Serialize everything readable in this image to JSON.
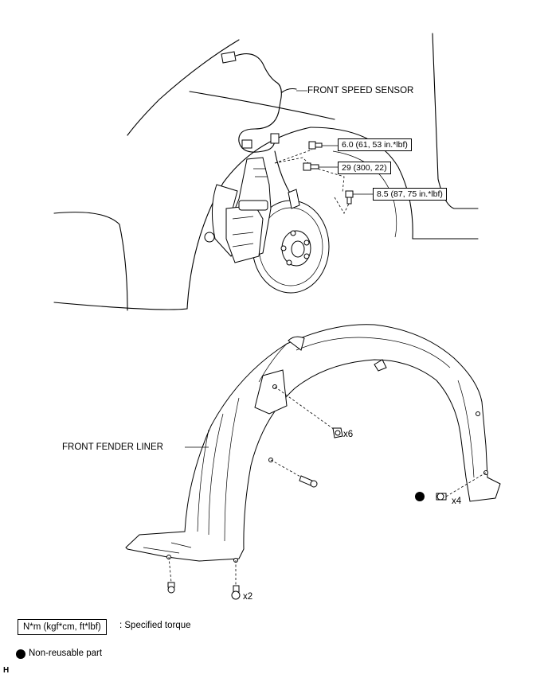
{
  "labels": {
    "front_speed_sensor": "FRONT SPEED SENSOR",
    "front_fender_liner": "FRONT FENDER LINER"
  },
  "torques": {
    "sensor_bolt_upper": "6.0 (61, 53 in.*lbf)",
    "sensor_bolt_knuckle": "29 (300, 22)",
    "sensor_bolt_lower": "8.5 (87, 75 in.*lbf)"
  },
  "quantities": {
    "clips_upper": "x6",
    "screws_bottom": "x2",
    "screws_rear": "x4"
  },
  "legend": {
    "torque_unit": "N*m (kgf*cm, ft*lbf)",
    "torque_desc": ": Specified torque",
    "nonreusable_desc": "Non-reusable part"
  },
  "corner_mark": "H"
}
